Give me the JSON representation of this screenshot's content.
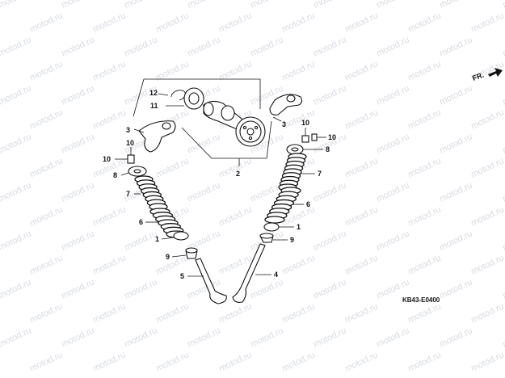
{
  "watermark": {
    "text": "motod.ru",
    "color": "#d7dbe3"
  },
  "direction_label": "FR.",
  "diagram_code": "KB43-E0400",
  "callouts": {
    "c1_left": "1",
    "c1_right": "1",
    "c2": "2",
    "c3_left": "3",
    "c3_right": "3",
    "c4": "4",
    "c5": "5",
    "c6_left": "6",
    "c6_right": "6",
    "c7_left": "7",
    "c7_right": "7",
    "c8_left": "8",
    "c8_right": "8",
    "c9_left": "9",
    "c9_right": "9",
    "c10_left": "10",
    "c10_right_a": "10",
    "c10_right_b": "10",
    "c11": "11",
    "c12": "12"
  }
}
